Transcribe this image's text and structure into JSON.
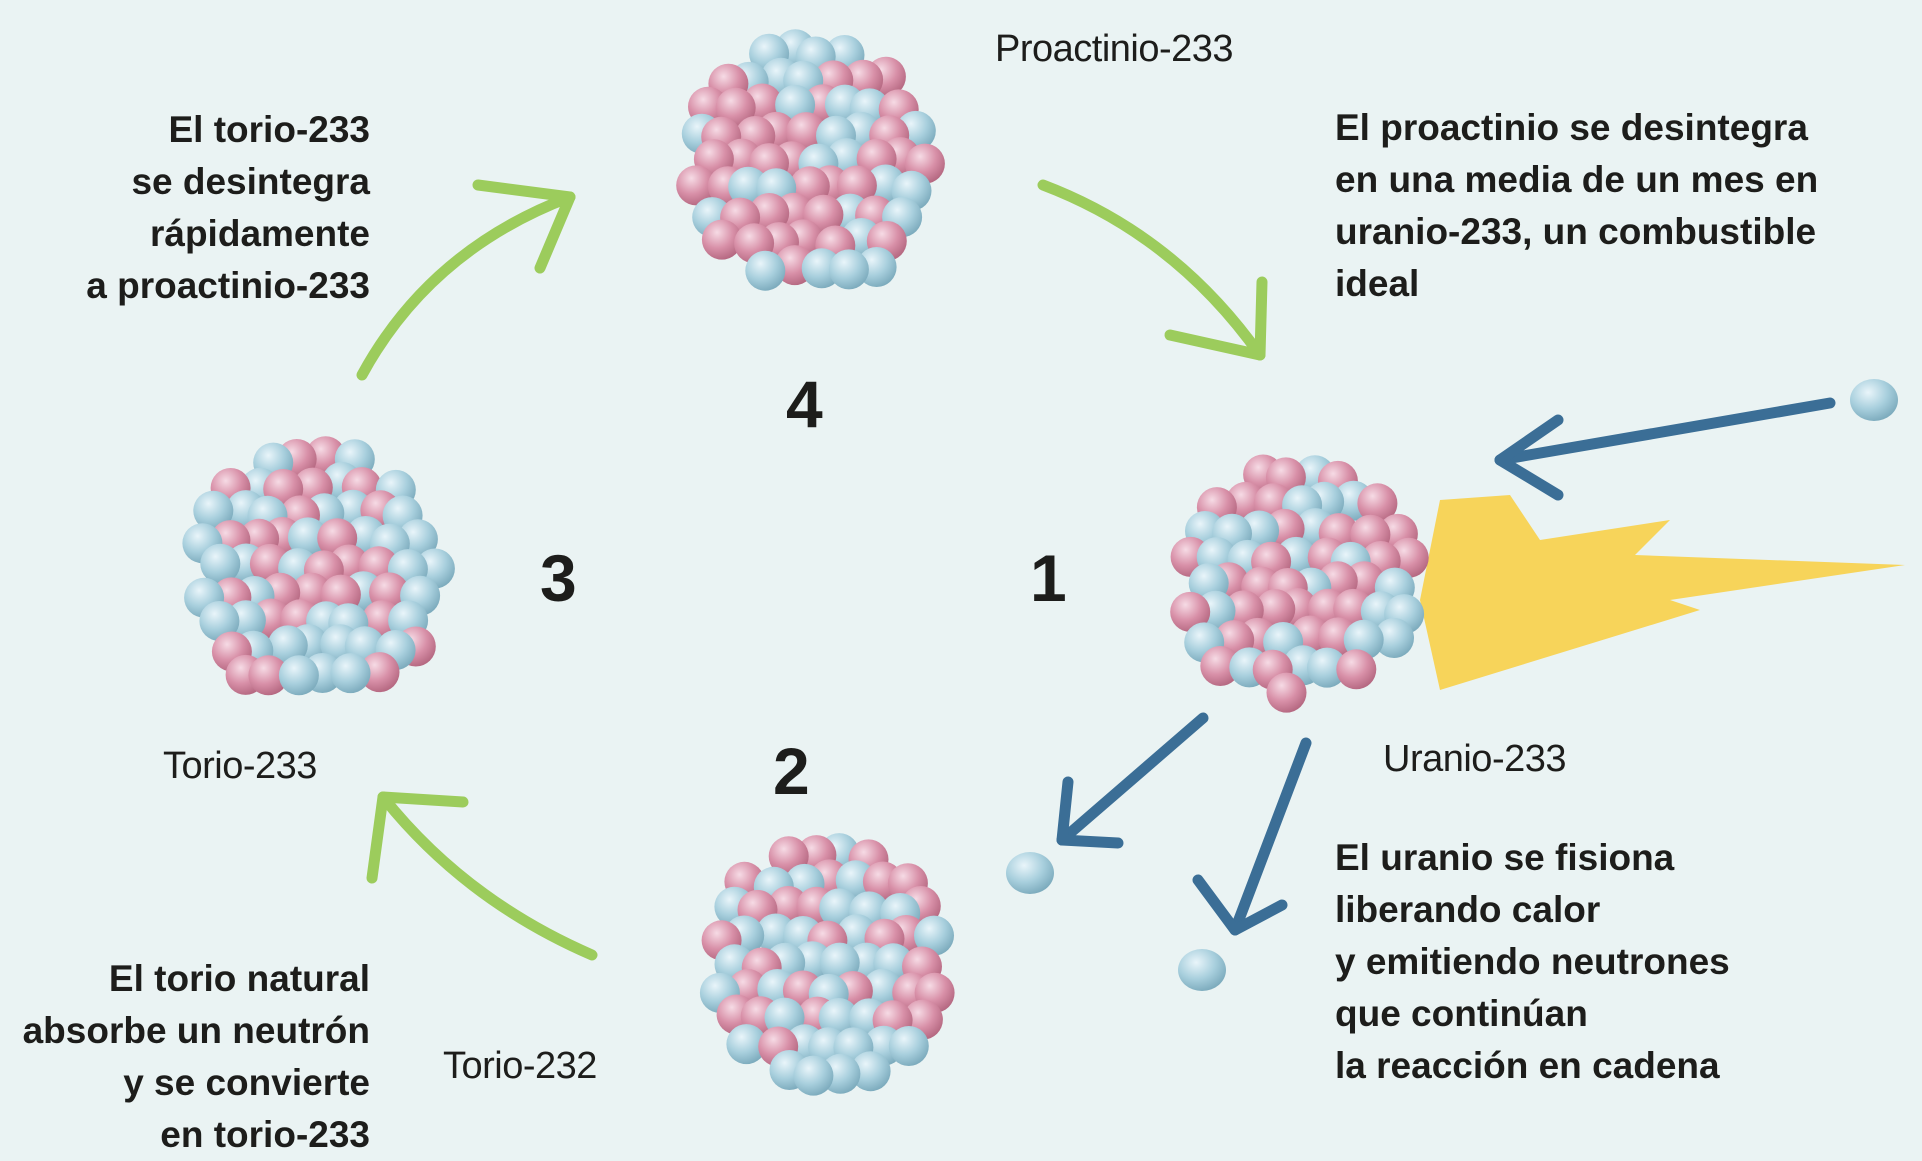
{
  "colors": {
    "background": "#eaf3f3",
    "nucleon_pink": "#d890a8",
    "nucleon_blue": "#a8cfdd",
    "green_arrow": "#9ccc5c",
    "blue_arrow": "#3b6e96",
    "flash": "#f7d45a",
    "text": "#1d1d1b"
  },
  "nuclei": [
    {
      "id": "uranio",
      "label": "Uranio-233",
      "step": "1"
    },
    {
      "id": "torio232",
      "label": "Torio-232",
      "step": "2"
    },
    {
      "id": "torio233",
      "label": "Torio-233",
      "step": "3"
    },
    {
      "id": "proactinio",
      "label": "Proactinio-233",
      "step": "4"
    }
  ],
  "descriptions": {
    "proactinio_decay": [
      "El proactinio se desintegra",
      "en una media de un mes en",
      "uranio-233, un combustible",
      "ideal"
    ],
    "torio233_decay": [
      "El torio-233",
      "se desintegra",
      "rápidamente",
      "a proactinio-233"
    ],
    "torio_absorb": [
      "El torio natural",
      "absorbe un neutrón",
      "y se convierte",
      "en torio-233"
    ],
    "uranio_fission": [
      "El uranio se fisiona",
      "liberando calor",
      "y emitiendo neutrones",
      "que continúan",
      "la reacción en cadena"
    ]
  }
}
